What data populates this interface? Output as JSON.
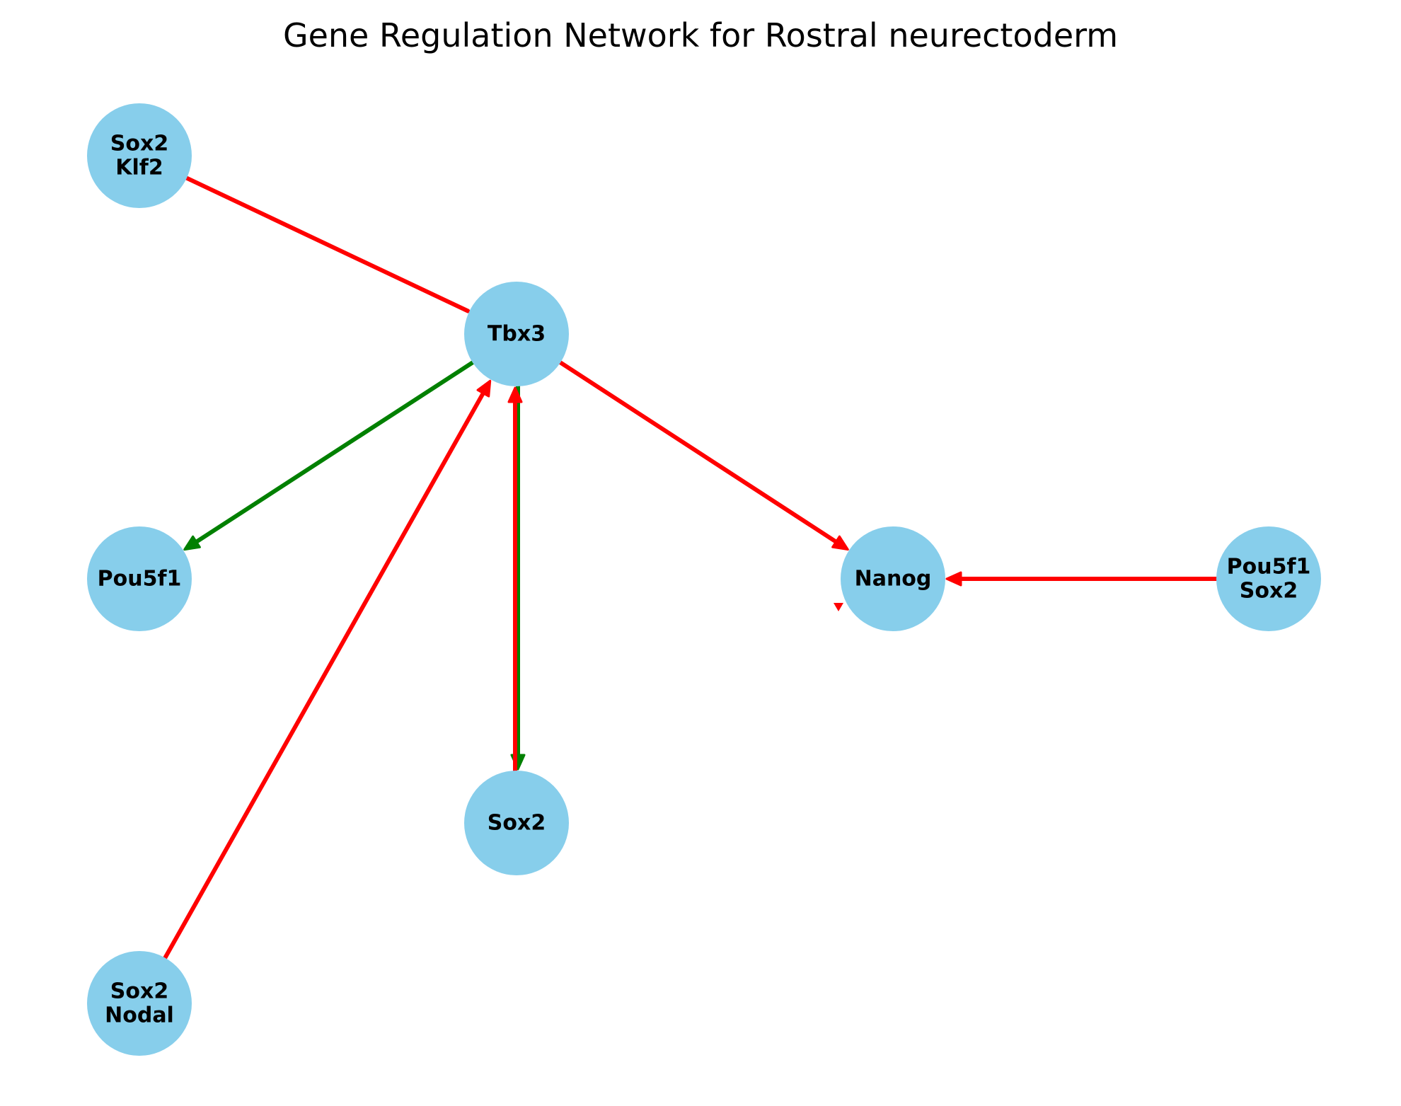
{
  "title": "Gene Regulation Network for Rostral neurectoderm",
  "colors": {
    "node_fill": "#87ceeb",
    "activation": "#ff0000",
    "repression": "#008000",
    "label": "#000000"
  },
  "nodes": [
    {
      "id": "sox2_klf2",
      "lines": [
        "Sox2",
        "Klf2"
      ]
    },
    {
      "id": "tbx3",
      "lines": [
        "Tbx3"
      ]
    },
    {
      "id": "pou5f1",
      "lines": [
        "Pou5f1"
      ]
    },
    {
      "id": "nanog",
      "lines": [
        "Nanog"
      ]
    },
    {
      "id": "pou5f1_sox2",
      "lines": [
        "Pou5f1",
        "Sox2"
      ]
    },
    {
      "id": "sox2",
      "lines": [
        "Sox2"
      ]
    },
    {
      "id": "sox2_nodal",
      "lines": [
        "Sox2",
        "Nodal"
      ]
    }
  ],
  "edges": [
    {
      "from": "sox2_klf2",
      "to": "tbx3",
      "color": "activation",
      "arrow": false
    },
    {
      "from": "tbx3",
      "to": "pou5f1",
      "color": "repression",
      "arrow": true
    },
    {
      "from": "tbx3",
      "to": "nanog",
      "color": "activation",
      "arrow": true
    },
    {
      "from": "pou5f1_sox2",
      "to": "nanog",
      "color": "activation",
      "arrow": true
    },
    {
      "from": "tbx3",
      "to": "sox2",
      "color": "repression",
      "arrow": true
    },
    {
      "from": "sox2",
      "to": "tbx3",
      "color": "activation",
      "arrow": true
    },
    {
      "from": "sox2_nodal",
      "to": "tbx3",
      "color": "activation",
      "arrow": true
    }
  ]
}
